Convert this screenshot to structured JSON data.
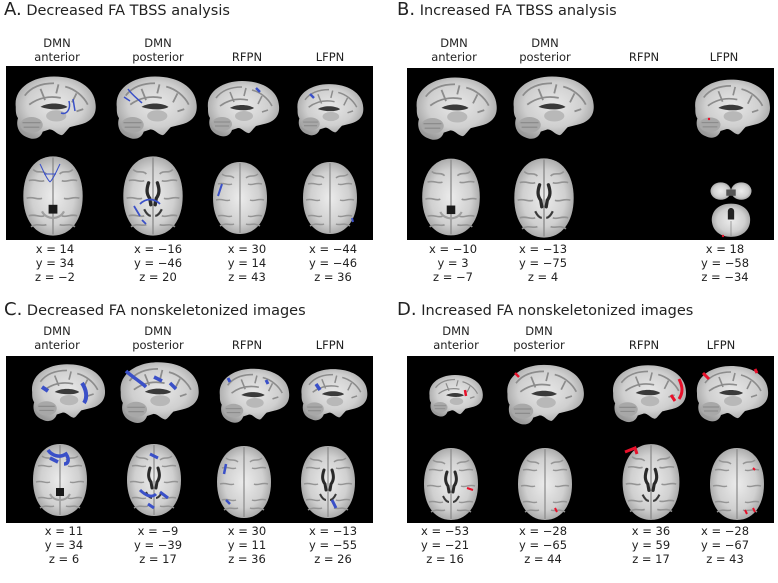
{
  "figure": {
    "overlay_colors": {
      "decreased": "#3a50c8",
      "increased": "#e8102a"
    },
    "columns": [
      "DMN anterior",
      "DMN posterior",
      "RFPN",
      "LFPN"
    ],
    "panels": [
      {
        "id": "A",
        "letter": "A.",
        "title": "Decreased FA TBSS analysis",
        "headers": [
          {
            "line1": "DMN",
            "line2": "anterior"
          },
          {
            "line1": "DMN",
            "line2": "posterior"
          },
          {
            "line1": "",
            "line2": "RFPN"
          },
          {
            "line1": "",
            "line2": "LFPN"
          }
        ],
        "coords": [
          {
            "x": "x = 14",
            "y": "y = 34",
            "z": "z = −2"
          },
          {
            "x": "x = −16",
            "y": "y = −46",
            "z": "z = 20"
          },
          {
            "x": "x = 30",
            "y": "y = 14",
            "z": "z = 43"
          },
          {
            "x": "x = −44",
            "y": "y = −46",
            "z": "z = 36"
          }
        ]
      },
      {
        "id": "B",
        "letter": "B.",
        "title": "Increased FA TBSS analysis",
        "headers": [
          {
            "line1": "DMN",
            "line2": "anterior"
          },
          {
            "line1": "DMN",
            "line2": "posterior"
          },
          {
            "line1": "",
            "line2": "RFPN"
          },
          {
            "line1": "",
            "line2": "LFPN"
          }
        ],
        "coords": [
          {
            "x": "x = −10",
            "y": "y = 3",
            "z": "z = −7"
          },
          {
            "x": "x = −13",
            "y": "y = −75",
            "z": "z = 4"
          },
          {
            "x": "",
            "y": "",
            "z": ""
          },
          {
            "x": "x = 18",
            "y": "y = −58",
            "z": "z = −34"
          }
        ]
      },
      {
        "id": "C",
        "letter": "C.",
        "title": "Decreased FA nonskeletonized images",
        "headers": [
          {
            "line1": "DMN",
            "line2": "anterior"
          },
          {
            "line1": "DMN",
            "line2": "posterior"
          },
          {
            "line1": "",
            "line2": "RFPN"
          },
          {
            "line1": "",
            "line2": "LFPN"
          }
        ],
        "coords": [
          {
            "x": "x = 11",
            "y": "y = 34",
            "z": "z = 6"
          },
          {
            "x": "x = −9",
            "y": "y = −39",
            "z": "z = 17"
          },
          {
            "x": "x = 30",
            "y": "y = 11",
            "z": "z = 36"
          },
          {
            "x": "x = −13",
            "y": "y = −55",
            "z": "z = 26"
          }
        ]
      },
      {
        "id": "D",
        "letter": "D.",
        "title": "Increased FA nonskeletonized images",
        "headers": [
          {
            "line1": "DMN",
            "line2": "anterior"
          },
          {
            "line1": "DMN",
            "line2": "posterior"
          },
          {
            "line1": "",
            "line2": "RFPN"
          },
          {
            "line1": "",
            "line2": "LFPN"
          }
        ],
        "coords": [
          {
            "x": "x = −53",
            "y": "y = −21",
            "z": "z = 16"
          },
          {
            "x": "x = −28",
            "y": "y = −65",
            "z": "z = 44"
          },
          {
            "x": "x = 36",
            "y": "y = 59",
            "z": "z = 17"
          },
          {
            "x": "x = −28",
            "y": "y = −67",
            "z": "z = 43"
          }
        ]
      }
    ]
  }
}
